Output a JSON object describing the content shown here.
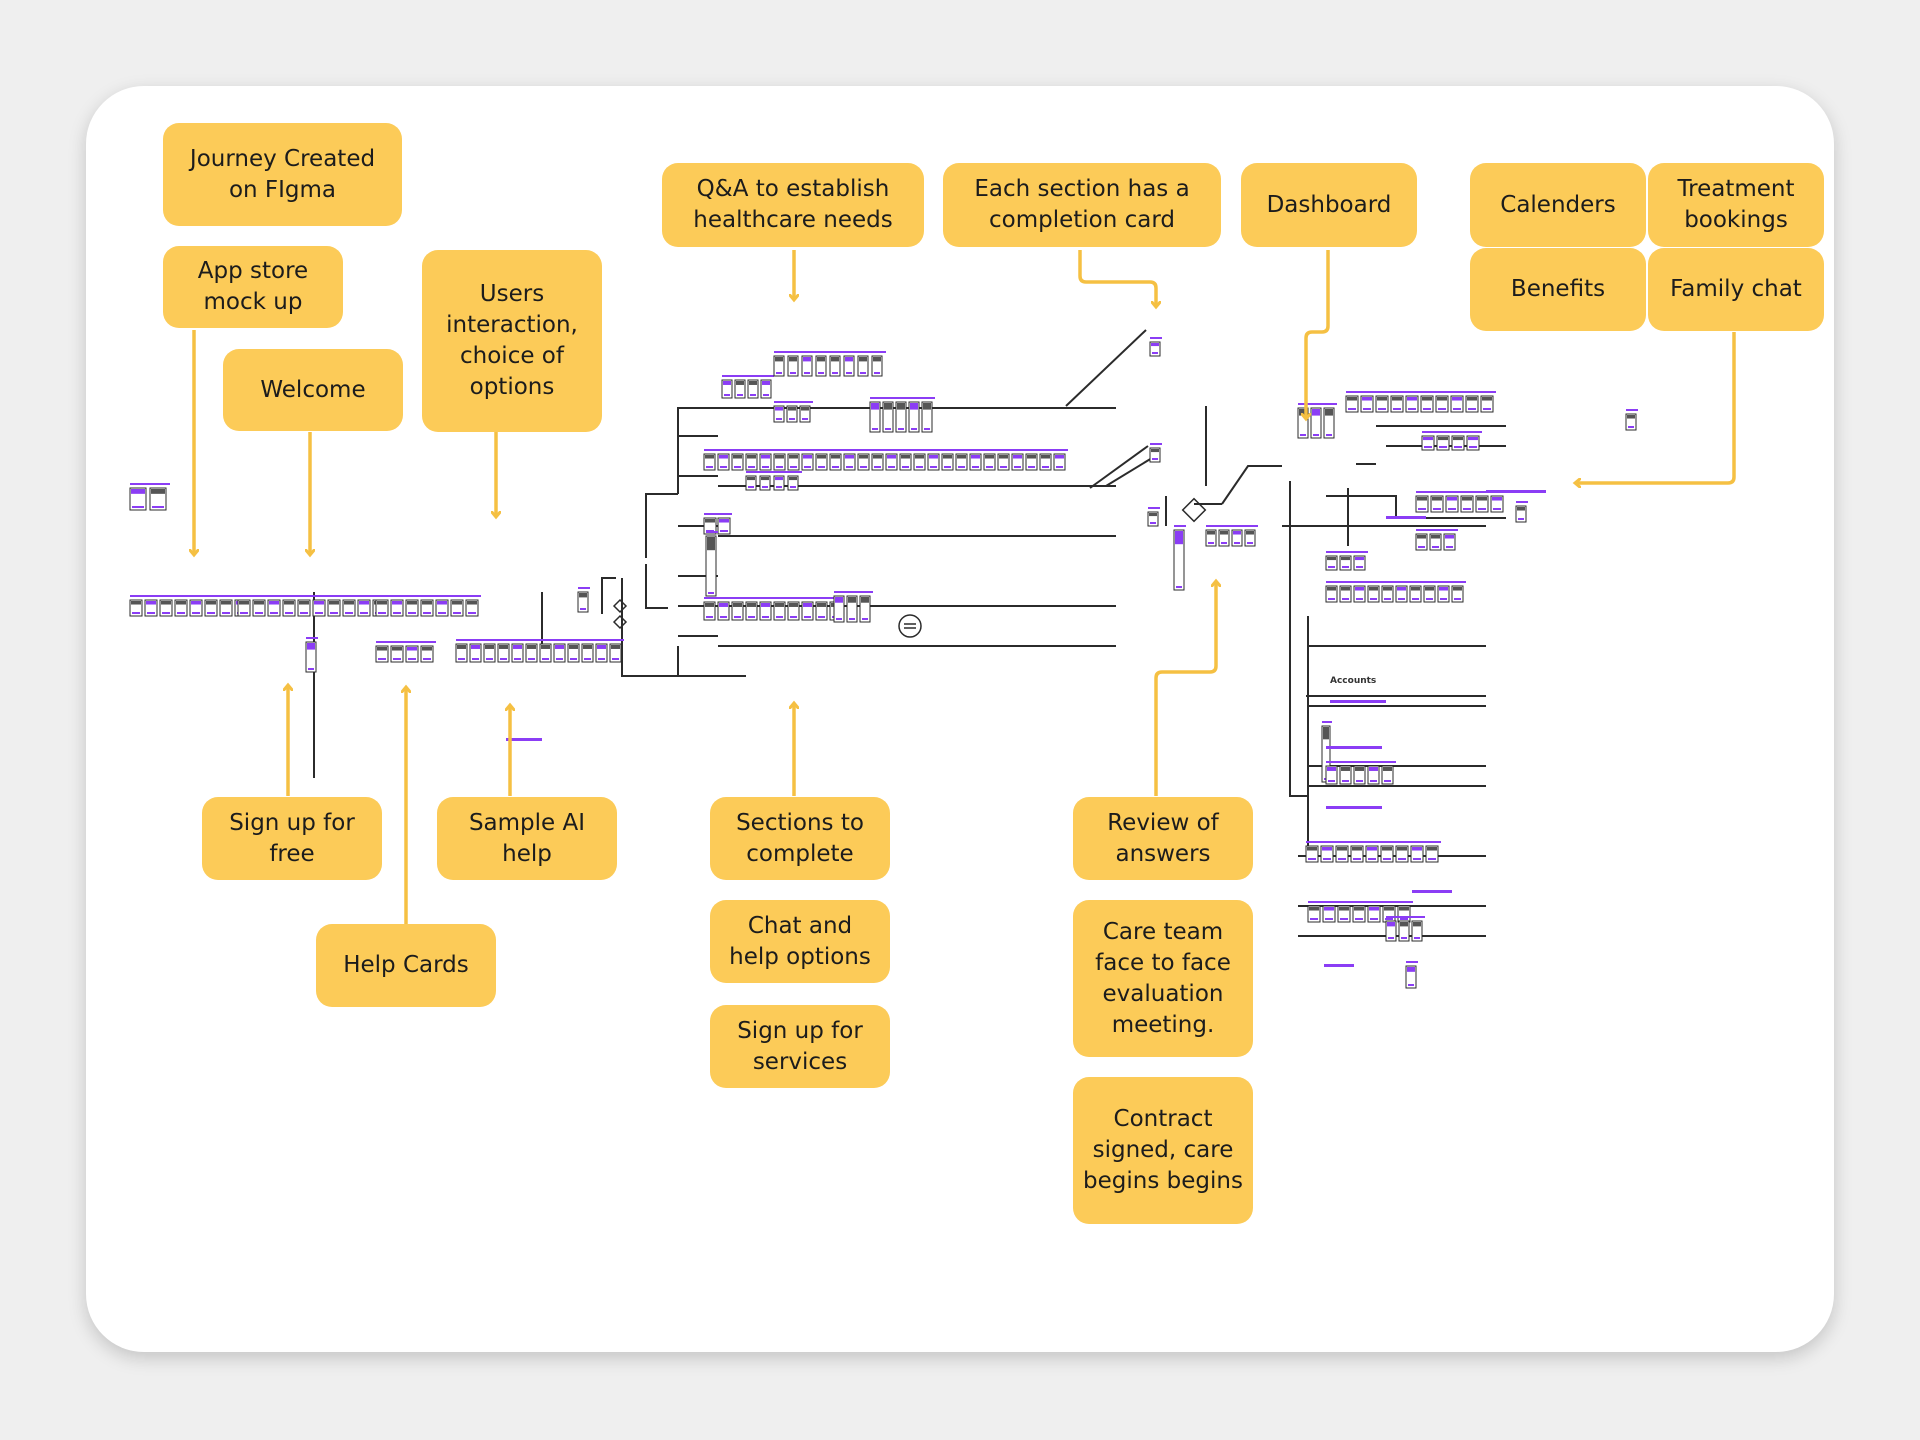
{
  "colors": {
    "background": "#efefef",
    "card": "#ffffff",
    "note": "#fccb58",
    "arrow": "#f5c043",
    "accent": "#8b3df5",
    "connector": "#2b2b2b"
  },
  "labels": {
    "journey": "Journey Created on FIgma",
    "appstore": "App store mock up",
    "welcome": "Welcome",
    "users": "Users interaction, choice of options",
    "qa": "Q&A to establish healthcare needs",
    "completion": "Each section has a completion card",
    "dashboard": "Dashboard",
    "calenders": "Calenders",
    "treatment": "Treatment bookings",
    "benefits": "Benefits",
    "family": "Family chat",
    "signupfree": "Sign up for free",
    "helpcards": "Help Cards",
    "sampleai": "Sample AI help",
    "sections": "Sections to complete",
    "chat": "Chat and help options",
    "signupservices": "Sign up for services",
    "review": "Review of answers",
    "careteam": "Care team face to face evaluation meeting.",
    "contract": "Contract signed, care begins begins"
  },
  "canvas_text": {
    "accounts": "Accounts"
  }
}
